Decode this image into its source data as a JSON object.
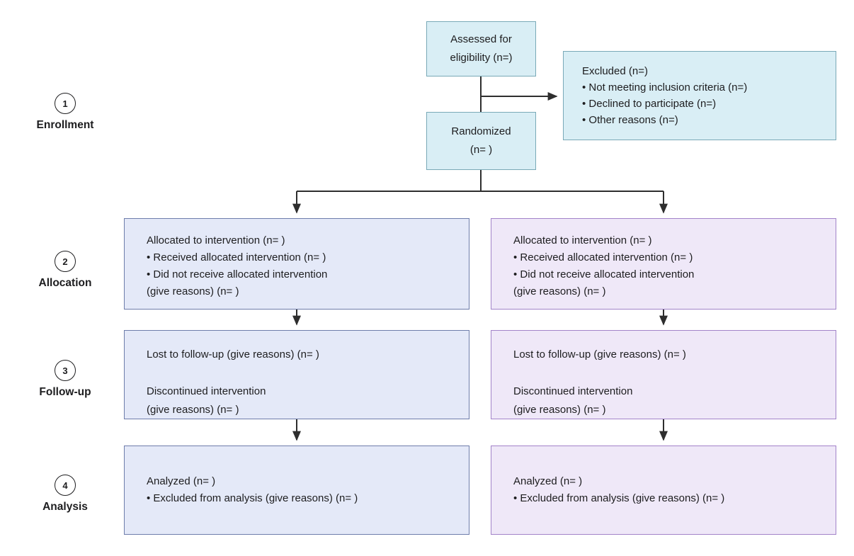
{
  "stages": [
    {
      "number": "1",
      "label": "Enrollment"
    },
    {
      "number": "2",
      "label": "Allocation"
    },
    {
      "number": "3",
      "label": "Follow-up"
    },
    {
      "number": "4",
      "label": "Analysis"
    }
  ],
  "boxes": {
    "assessed": {
      "lines": [
        "Assessed for",
        "eligibility (n=)"
      ]
    },
    "excluded": {
      "lines": [
        "Excluded (n=)",
        "• Not meeting inclusion criteria (n=)",
        "• Declined to participate (n=)",
        "• Other reasons (n=)"
      ]
    },
    "randomized": {
      "lines": [
        "Randomized",
        "(n= )"
      ]
    },
    "alloc_left": {
      "lines": [
        "Allocated to intervention (n= )",
        "• Received allocated intervention (n= )",
        "• Did not receive allocated intervention",
        "(give reasons) (n= )"
      ]
    },
    "alloc_right": {
      "lines": [
        "Allocated to intervention (n= )",
        "• Received allocated intervention (n= )",
        "• Did not receive allocated intervention",
        "(give reasons) (n= )"
      ]
    },
    "followup_left": {
      "lines": [
        "Lost to follow-up (give reasons) (n= )",
        "",
        "Discontinued intervention",
        "(give reasons) (n= )"
      ]
    },
    "followup_right": {
      "lines": [
        "Lost to follow-up (give reasons) (n= )",
        "",
        "Discontinued intervention",
        "(give reasons) (n= )"
      ]
    },
    "analysis_left": {
      "lines": [
        "Analyzed (n= )",
        "• Excluded from analysis (give reasons) (n= )"
      ]
    },
    "analysis_right": {
      "lines": [
        "Analyzed (n= )",
        "• Excluded from analysis (give reasons) (n= )"
      ]
    }
  },
  "colors": {
    "cyan_fill": "#d9eef5",
    "cyan_border": "#79a9b7",
    "blue_fill": "#e4e9f8",
    "blue_border": "#6e7dab",
    "purple_fill": "#efe8f8",
    "purple_border": "#a283c9",
    "arrow": "#2e2e2e",
    "text": "#1d1d1f"
  }
}
